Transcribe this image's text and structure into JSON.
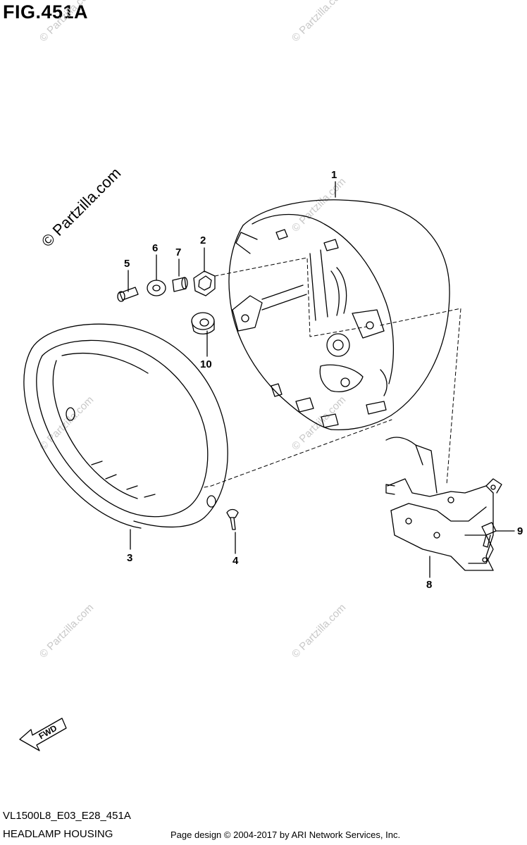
{
  "figure": {
    "title": "FIG.451A"
  },
  "callouts": [
    {
      "id": "1",
      "label": "1"
    },
    {
      "id": "2",
      "label": "2"
    },
    {
      "id": "3",
      "label": "3"
    },
    {
      "id": "4",
      "label": "4"
    },
    {
      "id": "5",
      "label": "5"
    },
    {
      "id": "6",
      "label": "6"
    },
    {
      "id": "7",
      "label": "7"
    },
    {
      "id": "8",
      "label": "8"
    },
    {
      "id": "9",
      "label": "9"
    },
    {
      "id": "10",
      "label": "10"
    }
  ],
  "watermark": {
    "text": "© Partzilla.com"
  },
  "direction": {
    "label": "FWD"
  },
  "footer": {
    "model_code": "VL1500L8_E03_E28_451A",
    "section_name": "HEADLAMP HOUSING",
    "copyright": "Page design © 2004-2017 by ARI Network Services, Inc."
  },
  "colors": {
    "line": "#000000",
    "watermark": "#c8c8c8",
    "background": "#ffffff"
  }
}
